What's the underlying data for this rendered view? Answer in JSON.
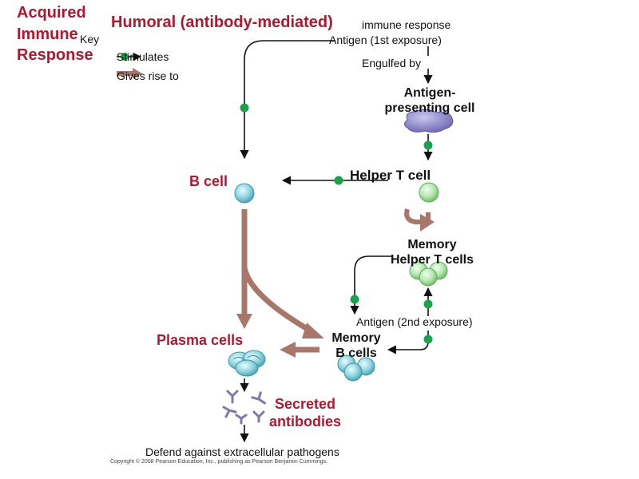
{
  "header": {
    "title_line1": "Acquired",
    "title_line2": "Immune",
    "title_line3": "Response",
    "subtitle_red": "Humoral (antibody-mediated)",
    "subtitle_black": "immune response"
  },
  "key": {
    "title": "Key",
    "stimulates": "Stimulates",
    "gives_rise_to": "Gives rise to"
  },
  "nodes": {
    "antigen_first": "Antigen (1st exposure)",
    "engulfed_by": "Engulfed by",
    "apc_line1": "Antigen-",
    "apc_line2": "presenting cell",
    "b_cell": "B cell",
    "helper_t": "Helper T cell",
    "memory_helper_line1": "Memory",
    "memory_helper_line2": "Helper T cells",
    "antigen_second": "Antigen (2nd exposure)",
    "plasma_cells": "Plasma cells",
    "memory_b_line1": "Memory",
    "memory_b_line2": "B cells",
    "secreted_line1": "Secreted",
    "secreted_line2": "antibodies",
    "defend": "Defend against extracellular pathogens"
  },
  "footer": {
    "copyright": "Copyright © 2008 Pearson Education, Inc., publishing as Pearson Benjamin Cummings."
  },
  "colors": {
    "title_red": "#b0182e",
    "stimulate_dot": "#1aa34a",
    "gives_rise_arrow": "#a8776a",
    "b_cell": "#7fcbd6",
    "helper_t": "#a6dfa0",
    "apc": "#8c88c8",
    "antibody": "#7c78b0"
  }
}
